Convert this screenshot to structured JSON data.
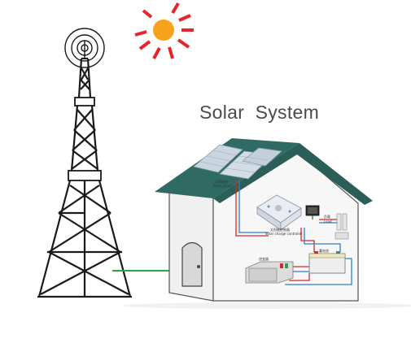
{
  "title": "Solar  System",
  "labels": {
    "solar_panel": "太阳能板",
    "solar_panel_en": "Solar panel",
    "controller": "太阳能控制器",
    "controller_en": "Solar charge controller",
    "inverter": "逆变器",
    "battery": "蓄电池",
    "load": "负载",
    "load_en": "Load"
  },
  "colors": {
    "roof": "#2f6b63",
    "house_wall": "#f2f2f2",
    "wire_red": "#d9262b",
    "wire_blue": "#2f7fc9",
    "cable_green": "#2aa34a",
    "sun_core": "#f6a21a",
    "sun_rays": "#e4262a",
    "tower": "#1a1a1a"
  }
}
